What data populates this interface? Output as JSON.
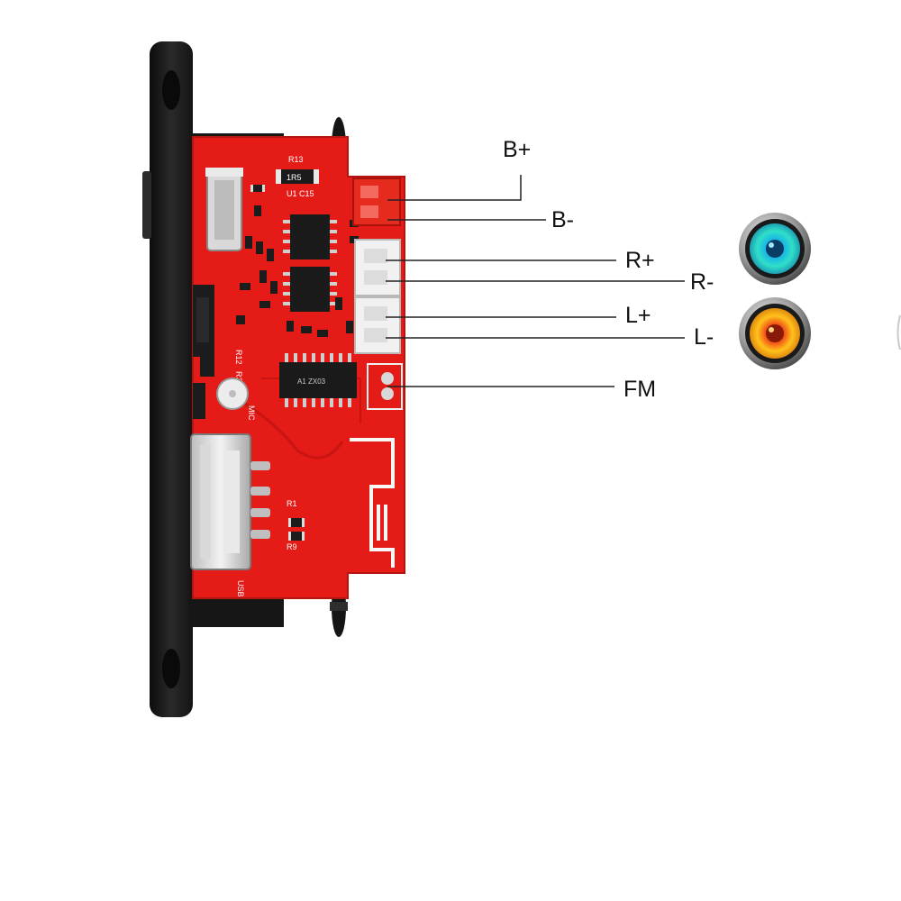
{
  "labels": {
    "b_plus": "B+",
    "b_minus": "B-",
    "r_plus": "R+",
    "r_minus": "R-",
    "l_plus": "L+",
    "l_minus": "L-",
    "fm": "FM"
  },
  "silkscreen": {
    "r13": "R13",
    "r_1r5": "1R5",
    "u1c15": "U1 C15",
    "r12": "R12",
    "r3": "R3",
    "mic": "MIC",
    "r1": "R1",
    "r9": "R9",
    "usb": "USB",
    "chip": "A1 ZX03"
  },
  "colors": {
    "pcb": "#e41b17",
    "bezel": "#1b1b1b",
    "right_speaker": "#22c7d6",
    "left_speaker": "#f2a21a"
  },
  "icons": {
    "right_speaker": "speaker-icon",
    "left_speaker": "speaker-icon"
  }
}
